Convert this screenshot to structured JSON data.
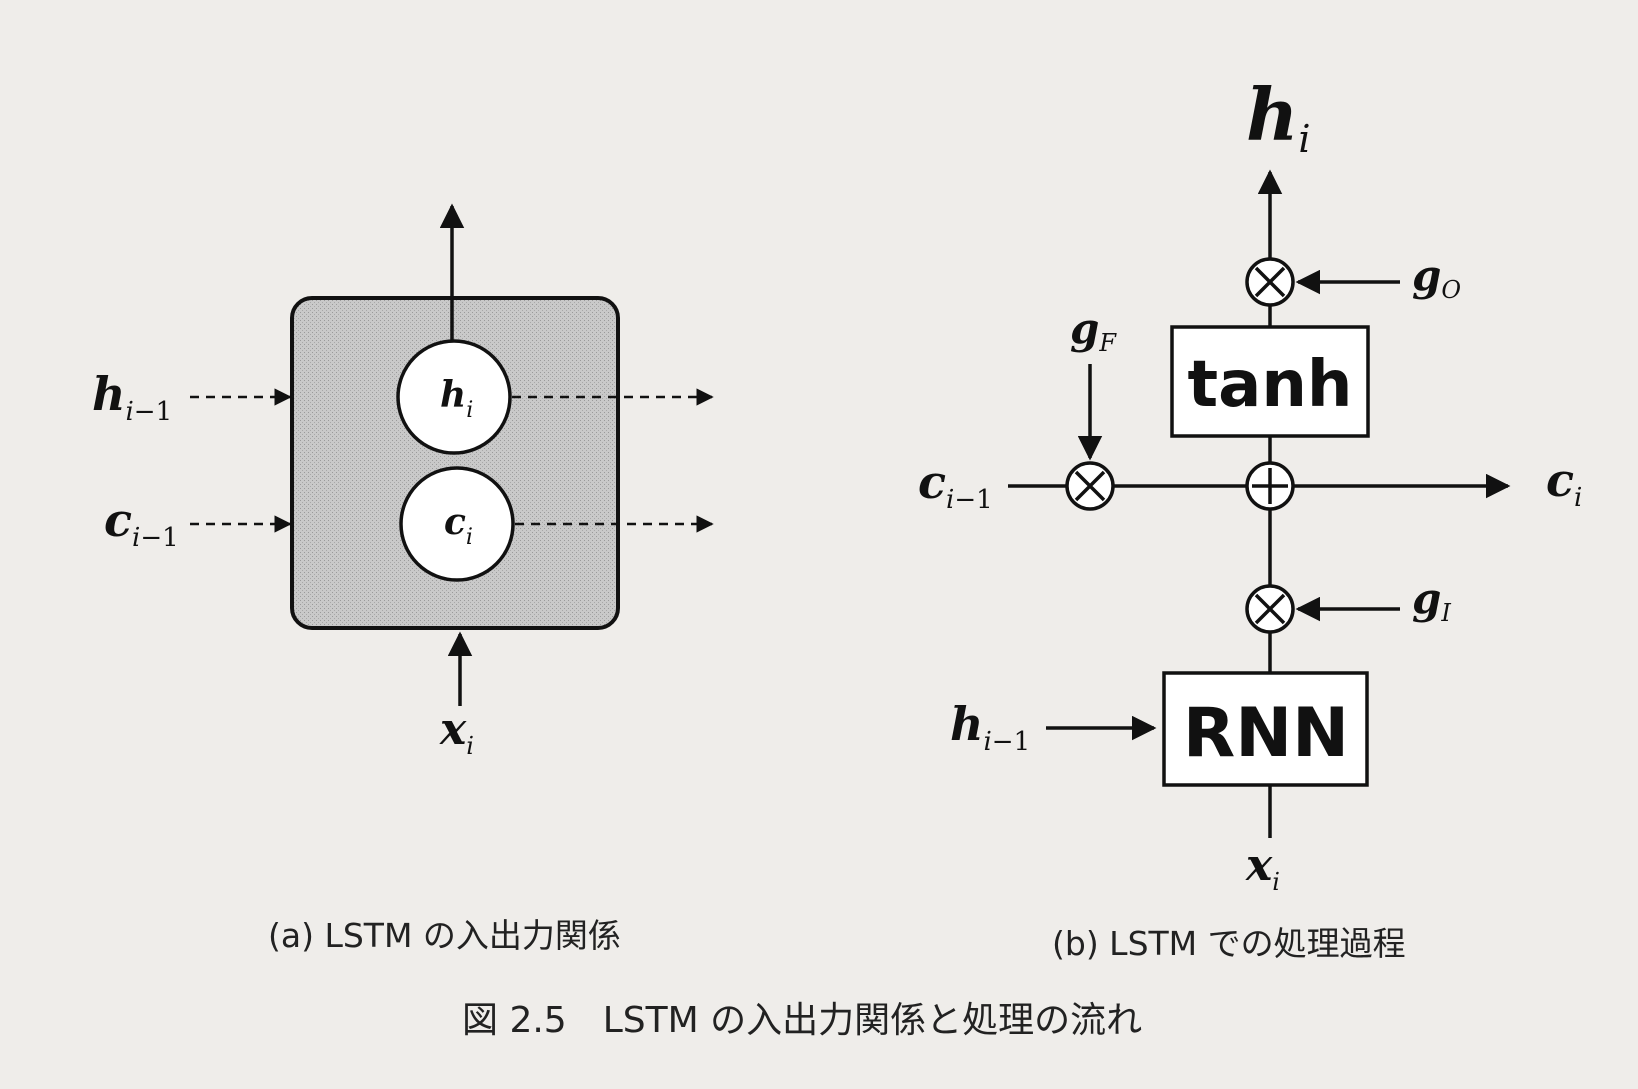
{
  "diagram_a": {
    "labels": {
      "h_prev": {
        "base": "h",
        "sub": "i",
        "subnum": "−1"
      },
      "c_prev": {
        "base": "c",
        "sub": "i",
        "subnum": "−1"
      },
      "h_out": {
        "base": "h",
        "sub": "i"
      },
      "c_out": {
        "base": "c",
        "sub": "i"
      },
      "x_in": {
        "base": "x",
        "sub": "i"
      }
    },
    "caption": "(a) LSTM の入出力関係"
  },
  "diagram_b": {
    "labels": {
      "h_out": {
        "base": "h",
        "sub": "i"
      },
      "g_o": {
        "base": "g",
        "sub": "O"
      },
      "g_f": {
        "base": "g",
        "sub": "F"
      },
      "g_i": {
        "base": "g",
        "sub": "I"
      },
      "c_prev": {
        "base": "c",
        "sub": "i",
        "subnum": "−1"
      },
      "c_out": {
        "base": "c",
        "sub": "i"
      },
      "h_prev": {
        "base": "h",
        "sub": "i",
        "subnum": "−1"
      },
      "x_in": {
        "base": "x",
        "sub": "i"
      }
    },
    "boxes": {
      "tanh": "tanh",
      "rnn": "RNN"
    },
    "operators": {
      "multiply": "⊗",
      "add": "⊕"
    },
    "caption": "(b) LSTM での処理過程"
  },
  "figure_caption": "図 2.5　LSTM の入出力関係と処理の流れ"
}
